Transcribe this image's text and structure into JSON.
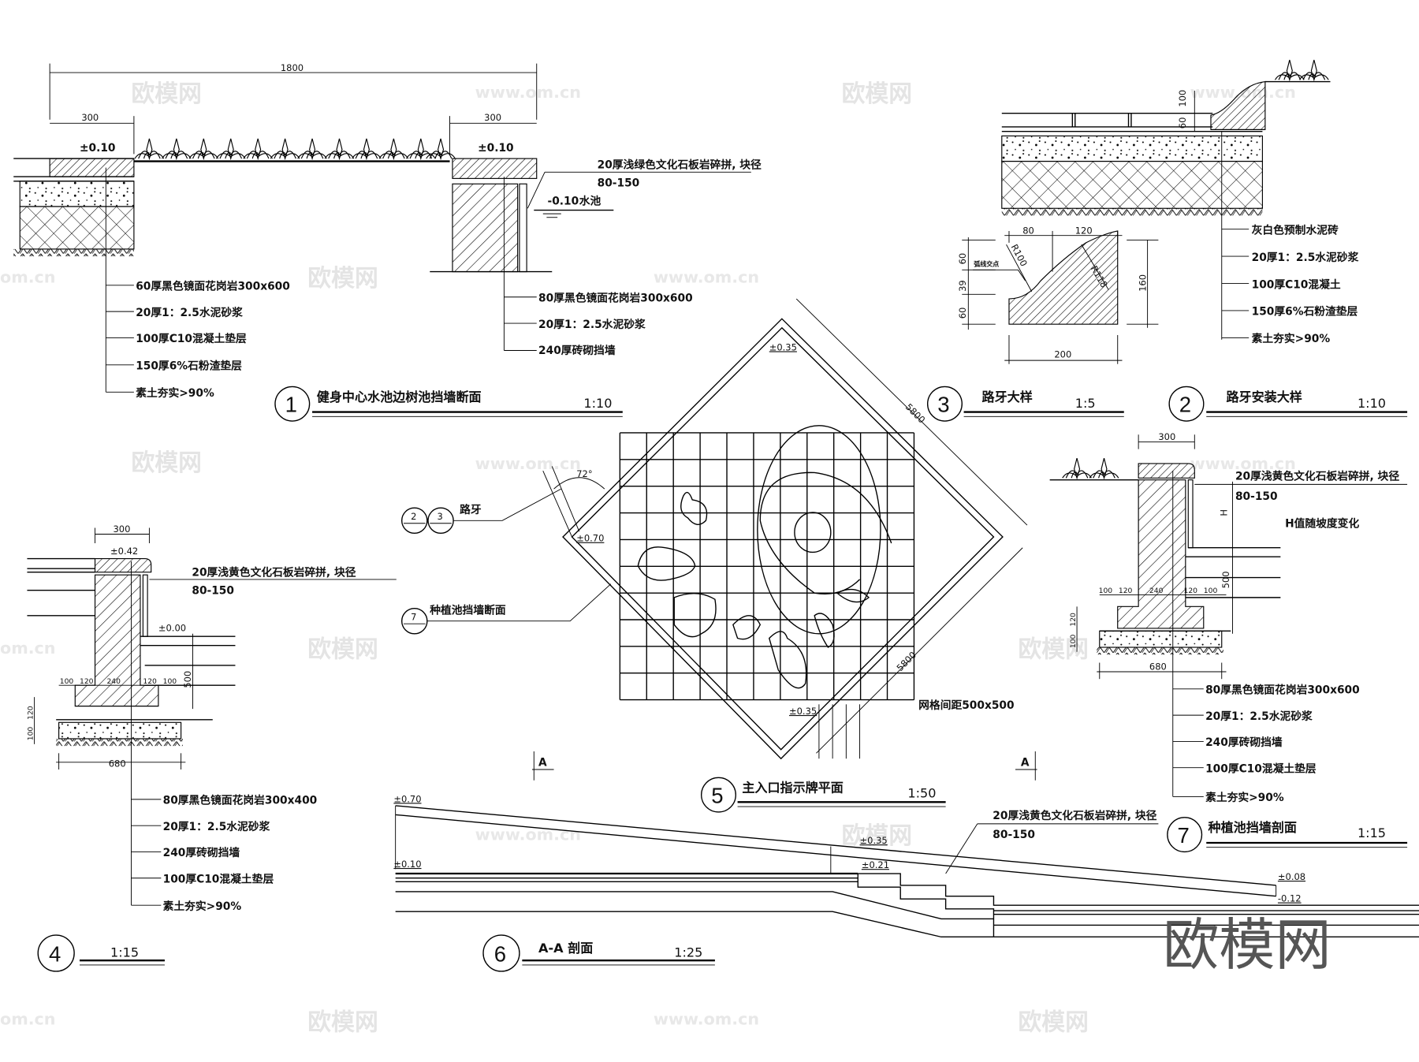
{
  "watermarks": {
    "logo": "欧模网",
    "url": "www.om.cn",
    "url_partial": "om.cn"
  },
  "detail1": {
    "dim_total": "1800",
    "dim_left": "300",
    "dim_right": "300",
    "elev_left": "±0.10",
    "elev_right": "±0.10",
    "elev_water": "-0.10",
    "water_label": "水池",
    "stone_label": "20厚浅绿色文化石板岩碎拼, 块径",
    "stone_size": "80-150",
    "left_layers": [
      "60厚黑色镜面花岗岩300x600",
      "20厚1：2.5水泥砂浆",
      "100厚C10混凝土垫层",
      "150厚6%石粉渣垫层",
      "素土夯实>90%"
    ],
    "right_layers": [
      "80厚黑色镜面花岗岩300x600",
      "20厚1：2.5水泥砂浆",
      "240厚砖砌挡墙"
    ],
    "number": "1",
    "title": "健身中心水池边树池挡墙断面",
    "scale": "1:10"
  },
  "detail2": {
    "dim_60": "60",
    "dim_100": "100",
    "layers": [
      "灰白色预制水泥砖",
      "20厚1：2.5水泥砂浆",
      "100厚C10混凝土",
      "150厚6%石粉渣垫层",
      "素土夯实>90%"
    ],
    "number": "2",
    "title": "路牙安装大样",
    "scale": "1:10"
  },
  "detail3": {
    "dim_80": "80",
    "dim_120": "120",
    "dim_200": "200",
    "dim_160": "160",
    "dim_left": [
      "60",
      "39",
      "60"
    ],
    "radius1": "R100",
    "radius2": "R118",
    "arc_label": "弧线交点",
    "number": "3",
    "title": "路牙大样",
    "scale": "1:5"
  },
  "detail4": {
    "dim_top": "300",
    "elev_top": "±0.42",
    "elev_zero": "±0.00",
    "stone_label": "20厚浅黄色文化石板岩碎拼, 块径",
    "stone_size": "80-150",
    "dim_500": "500",
    "dim_footing": [
      "100",
      "120",
      "240",
      "120",
      "100"
    ],
    "dim_base": "680",
    "dim_height": [
      "100",
      "120"
    ],
    "layers": [
      "80厚黑色镜面花岗岩300x400",
      "20厚1：2.5水泥砂浆",
      "240厚砖砌挡墙",
      "100厚C10混凝土垫层",
      "素土夯实>90%"
    ],
    "number": "4",
    "scale": "1:15"
  },
  "detail5": {
    "elev_top": "±0.35",
    "elev_left": "±0.70",
    "elev_bottom": "±0.35",
    "dim_side1": "5800",
    "dim_side2": "5800",
    "angle": "72°",
    "grid_label": "网格间距500x500",
    "grid_cols": 11,
    "grid_rows": 10,
    "callout_curb_refs": [
      "2",
      "3"
    ],
    "callout_curb": "路牙",
    "callout_wall_ref": "7",
    "callout_wall": "种植池挡墙断面",
    "section_mark": "A",
    "number": "5",
    "title": "主入口指示牌平面",
    "scale": "1:50"
  },
  "detail6": {
    "elev": [
      "±0.70",
      "±0.10",
      "±0.35",
      "±0.21",
      "±0.08",
      "-0.12"
    ],
    "stone_label": "20厚浅黄色文化石板岩碎拼, 块径",
    "stone_size": "80-150",
    "number": "6",
    "title": "A-A 剖面",
    "scale": "1:25"
  },
  "detail7": {
    "dim_top": "300",
    "stone_label": "20厚浅黄色文化石板岩碎拼, 块径",
    "stone_size": "80-150",
    "h_label": "H",
    "h_note": "H值随坡度变化",
    "dim_500": "500",
    "dim_footing": [
      "100",
      "120",
      "240",
      "120",
      "100"
    ],
    "dim_base": "680",
    "dim_height": [
      "100",
      "120"
    ],
    "layers": [
      "80厚黑色镜面花岗岩300x600",
      "20厚1：2.5水泥砂浆",
      "240厚砖砌挡墙",
      "100厚C10混凝土垫层",
      "素土夯实>90%"
    ],
    "number": "7",
    "title": "种植池挡墙剖面",
    "scale": "1:15"
  }
}
